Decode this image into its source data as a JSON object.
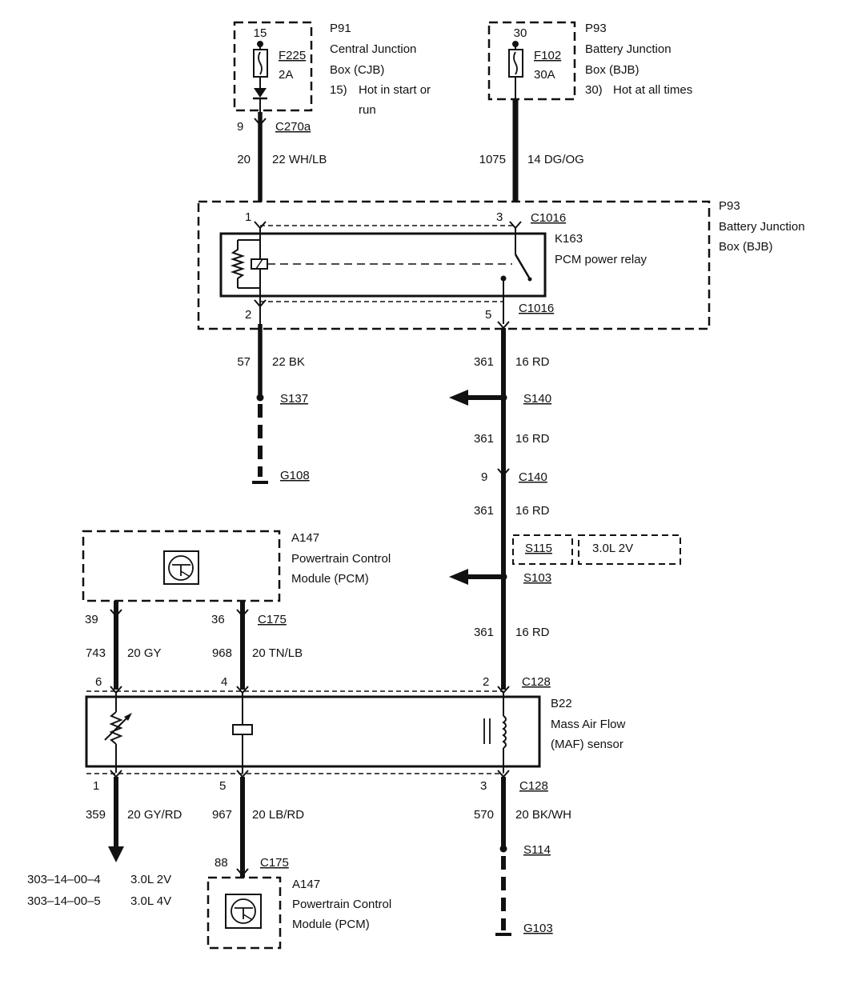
{
  "components": {
    "p91": {
      "ref": "P91",
      "name1": "Central Junction",
      "name2": "Box (CJB)",
      "pin": "15",
      "fuse": "F225",
      "rating": "2A",
      "note_num": "15)",
      "note1": "Hot in start or",
      "note2": "run"
    },
    "p93_top": {
      "ref": "P93",
      "name1": "Battery Junction",
      "name2": "Box (BJB)",
      "pin": "30",
      "fuse": "F102",
      "rating": "30A",
      "note_num": "30)",
      "note": "Hot at all times"
    },
    "p93_box": {
      "ref": "P93",
      "name1": "Battery Junction",
      "name2": "Box (BJB)"
    },
    "k163": {
      "ref": "K163",
      "name": "PCM power relay"
    },
    "pcm_top": {
      "ref": "A147",
      "name1": "Powertrain Control",
      "name2": "Module (PCM)"
    },
    "maf": {
      "ref": "B22",
      "name1": "Mass Air Flow",
      "name2": "(MAF) sensor"
    },
    "pcm_bottom": {
      "ref": "A147",
      "name1": "Powertrain Control",
      "name2": "Module (PCM)"
    }
  },
  "connectors": {
    "c270a": "C270a",
    "c1016_top": "C1016",
    "c1016_bottom": "C1016",
    "c140": "C140",
    "c175_top": "C175",
    "c128_top": "C128",
    "c128_bottom": "C128",
    "c175_bottom": "C175"
  },
  "pins": {
    "c270a_9": "9",
    "relay_1": "1",
    "relay_3": "3",
    "relay_2": "2",
    "relay_5": "5",
    "c140_9": "9",
    "pcm_39": "39",
    "pcm_36": "36",
    "maf_6": "6",
    "maf_4": "4",
    "maf_2": "2",
    "maf_1": "1",
    "maf_5": "5",
    "maf_3": "3",
    "pcm_88": "88"
  },
  "splices": {
    "s137": "S137",
    "s140": "S140",
    "s115": "S115",
    "s103": "S103",
    "s114": "S114"
  },
  "grounds": {
    "g108": "G108",
    "g103": "G103"
  },
  "option_box": "3.0L 2V",
  "wires": [
    {
      "circuit": "20",
      "color": "22 WH/LB"
    },
    {
      "circuit": "1075",
      "color": "14 DG/OG"
    },
    {
      "circuit": "57",
      "color": "22 BK"
    },
    {
      "circuit": "361",
      "color": "16 RD"
    },
    {
      "circuit": "361",
      "color": "16 RD"
    },
    {
      "circuit": "361",
      "color": "16 RD"
    },
    {
      "circuit": "361",
      "color": "16 RD"
    },
    {
      "circuit": "743",
      "color": "20 GY"
    },
    {
      "circuit": "968",
      "color": "20 TN/LB"
    },
    {
      "circuit": "359",
      "color": "20 GY/RD"
    },
    {
      "circuit": "967",
      "color": "20 LB/RD"
    },
    {
      "circuit": "570",
      "color": "20 BK/WH"
    }
  ],
  "references": [
    {
      "page": "303–14–00–4",
      "engine": "3.0L 2V"
    },
    {
      "page": "303–14–00–5",
      "engine": "3.0L 4V"
    }
  ],
  "colors": {
    "line": "#111111",
    "background": "#ffffff"
  }
}
